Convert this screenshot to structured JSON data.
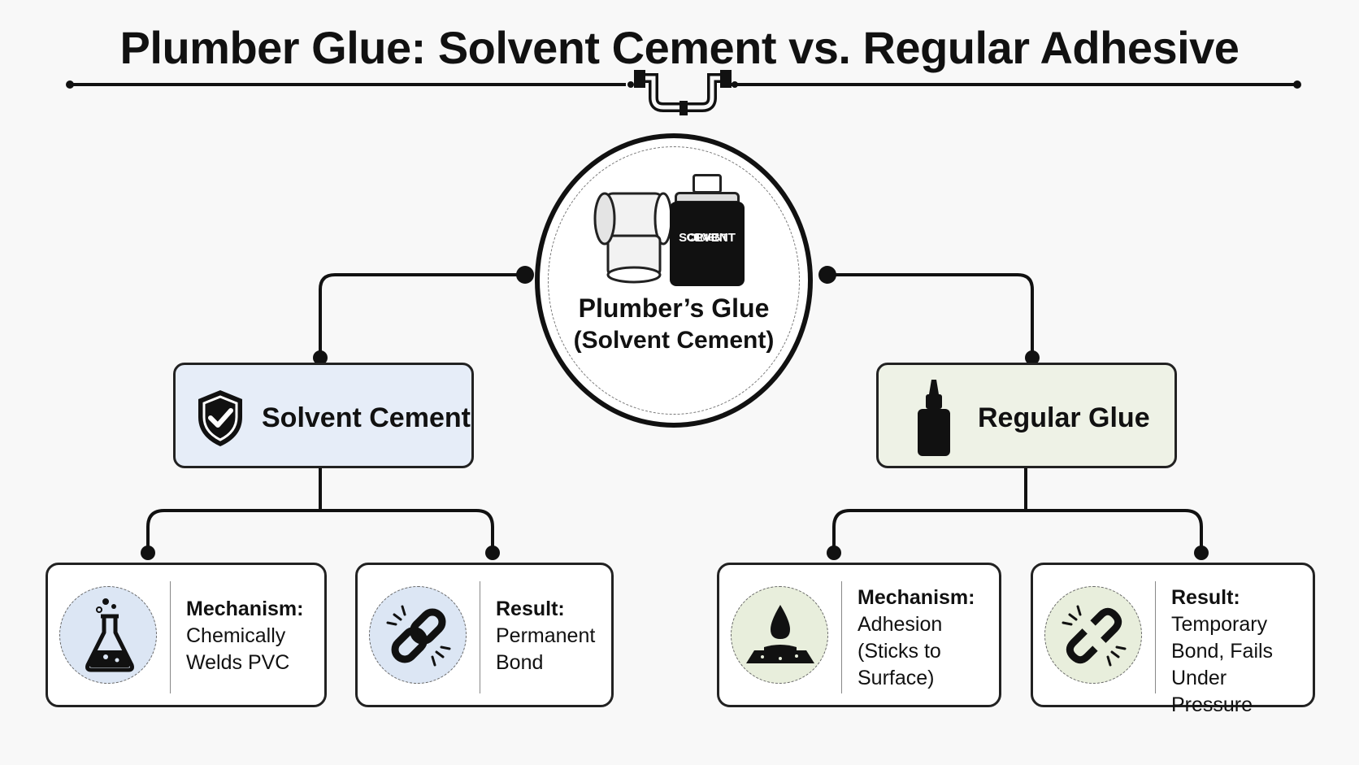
{
  "title": "Plumber Glue: Solvent Cement vs. Regular Adhesive",
  "hub": {
    "can_label": [
      "PVC",
      "SOLVENT",
      "CEMENT"
    ],
    "label_line1": "Plumber’s Glue",
    "label_line2": "(Solvent Cement)"
  },
  "left": {
    "label": "Solvent Cement",
    "fill": "#e6edf8",
    "items": [
      {
        "head": "Mechanism:",
        "body": [
          "Chemically",
          "Welds PVC"
        ],
        "icon": "flask-icon"
      },
      {
        "head": "Result:",
        "body": [
          "Permanent",
          "Bond"
        ],
        "icon": "chain-link-icon"
      }
    ]
  },
  "right": {
    "label": "Regular Glue",
    "fill": "#eef2e6",
    "items": [
      {
        "head": "Mechanism:",
        "body": [
          "Adhesion",
          "(Sticks to",
          "Surface)"
        ],
        "icon": "droplet-surface-icon"
      },
      {
        "head": "Result:",
        "body": [
          "Temporary",
          "Bond, Fails",
          "Under Pressure"
        ],
        "icon": "broken-chain-icon"
      }
    ]
  },
  "colors": {
    "line": "#111111",
    "left_circle": "#dce6f4",
    "right_circle": "#e8eedc"
  }
}
